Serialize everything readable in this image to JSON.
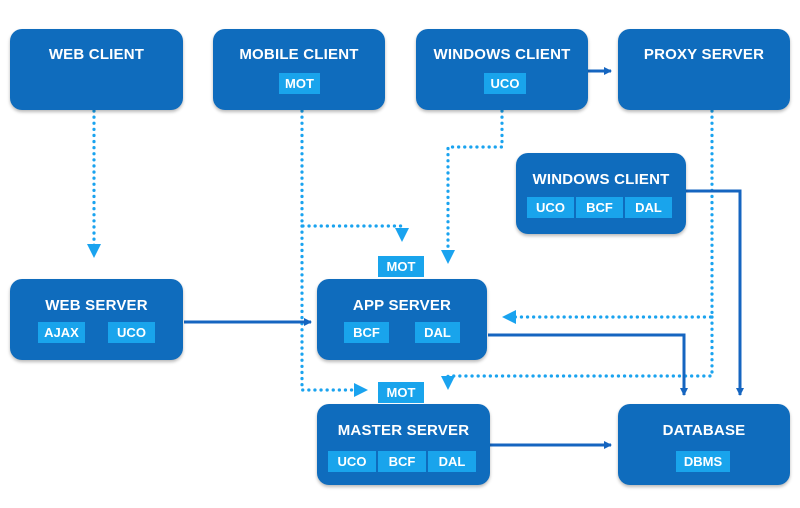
{
  "colors": {
    "node": "#0f6cbd",
    "chip": "#19a4ec",
    "solid_line": "#1565c0",
    "dotted_line": "#1aa3ef"
  },
  "nodes": {
    "web_client": {
      "title": "WEB CLIENT"
    },
    "mobile_client": {
      "title": "MOBILE CLIENT",
      "chips": [
        "MOT"
      ]
    },
    "windows_client": {
      "title": "WINDOWS CLIENT",
      "chips": [
        "UCO"
      ]
    },
    "proxy_server": {
      "title": "PROXY SERVER"
    },
    "windows_client_2": {
      "title": "WINDOWS CLIENT",
      "chips": [
        "UCO",
        "BCF",
        "DAL"
      ]
    },
    "web_server": {
      "title": "WEB SERVER",
      "chips": [
        "AJAX",
        "UCO"
      ]
    },
    "app_server": {
      "title": "APP SERVER",
      "chips": [
        "BCF",
        "DAL"
      ],
      "tag": "MOT"
    },
    "master_server": {
      "title": "MASTER SERVER",
      "chips": [
        "UCO",
        "BCF",
        "DAL"
      ],
      "tag": "MOT"
    },
    "database": {
      "title": "DATABASE",
      "chips": [
        "DBMS"
      ]
    }
  }
}
